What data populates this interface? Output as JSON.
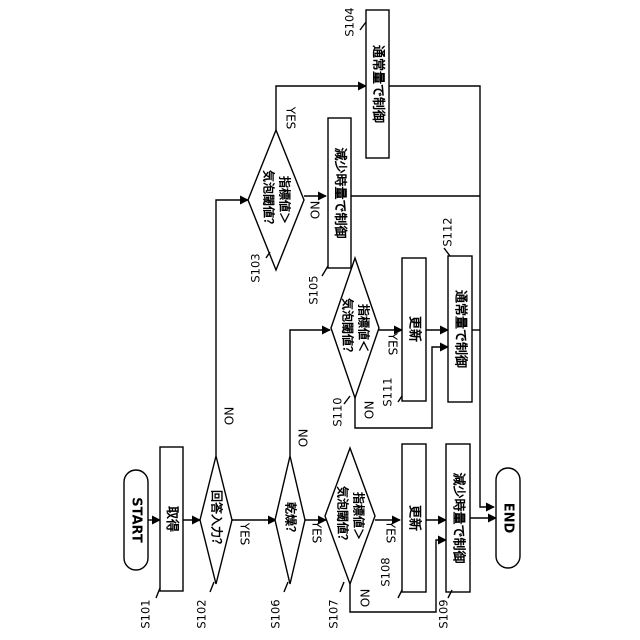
{
  "terminals": {
    "start": "START",
    "end": "END"
  },
  "steps": {
    "s101": {
      "id": "S101",
      "text": "取得"
    },
    "s102": {
      "id": "S102",
      "text": "回答入力？"
    },
    "s103": {
      "id": "S103",
      "line1": "指標値＞",
      "line2": "気泡閾値？"
    },
    "s104": {
      "id": "S104",
      "text": "通常量で制御"
    },
    "s105": {
      "id": "S105",
      "text": "減少時量で制御"
    },
    "s106": {
      "id": "S106",
      "text": "乾燥？"
    },
    "s107": {
      "id": "S107",
      "line1": "指標値＞",
      "line2": "気泡閾値？"
    },
    "s108": {
      "id": "S108",
      "text": "更新"
    },
    "s109": {
      "id": "S109",
      "text": "減少時量で制御"
    },
    "s110": {
      "id": "S110",
      "line1": "指標値＜",
      "line2": "気泡閾値？"
    },
    "s111": {
      "id": "S111",
      "text": "更新"
    },
    "s112": {
      "id": "S112",
      "text": "通常量で制御"
    }
  },
  "labels": {
    "yes": "YES",
    "no": "NO"
  }
}
